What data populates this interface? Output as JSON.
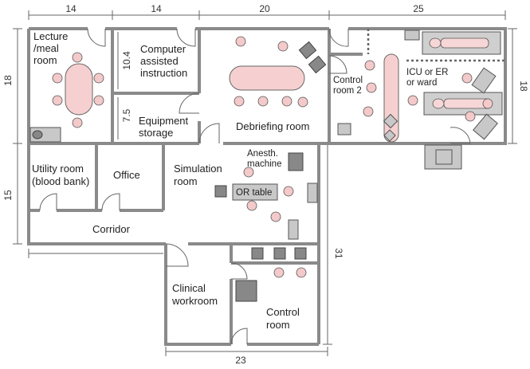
{
  "dimensions": {
    "top": [
      "14",
      "14",
      "20",
      "25"
    ],
    "left_upper": "18",
    "left_lower": "15",
    "right_upper": "18",
    "right_lower": "31",
    "bottom": "23",
    "computer_room_height": "10.4",
    "equipment_room_height": "7.5"
  },
  "rooms": {
    "lecture": [
      "Lecture",
      "/meal",
      "room"
    ],
    "computer": [
      "Computer",
      "assisted",
      "instruction"
    ],
    "equipment": [
      "Equipment",
      "storage"
    ],
    "debriefing": "Debriefing room",
    "control2": [
      "Control",
      "room 2"
    ],
    "icu": [
      "ICU or ER",
      "or ward"
    ],
    "utility": [
      "Utility room",
      "(blood bank)"
    ],
    "office": "Office",
    "simulation": [
      "Simulation",
      "room"
    ],
    "anesth": [
      "Anesth.",
      "machine"
    ],
    "or_table": "OR table",
    "corridor": "Corridor",
    "clinical": [
      "Clinical",
      "workroom"
    ],
    "control": [
      "Control",
      "room"
    ]
  }
}
